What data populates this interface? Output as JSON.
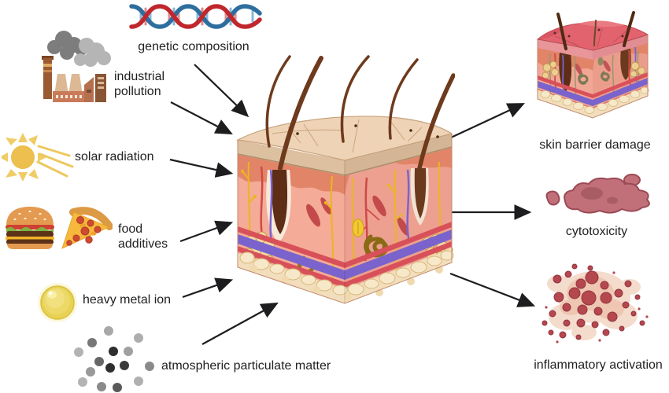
{
  "factors": {
    "genetic": "genetic composition",
    "industrial": "industrial pollution",
    "solar": "solar radiation",
    "food": "food additives",
    "metal": "heavy metal ion",
    "particulate": "atmospheric particulate matter"
  },
  "outcomes": {
    "barrier": "skin barrier damage",
    "cytotoxicity": "cytotoxicity",
    "inflammation": "inflammatory activation"
  },
  "colors": {
    "text": "#1f1f1f",
    "arrow": "#1d1d1f",
    "background": "#ffffff",
    "dna_red": "#c0272d",
    "dna_blue": "#2e6e9e",
    "sun_yellow": "#ecbf4e",
    "skin_face_pink": "#f4ab97",
    "epidermis_tan": "#eed3b6",
    "fat_cream": "#f2debc",
    "vessel_red": "#d8505a",
    "vessel_purple": "#7a63cc",
    "damaged_top_red": "#e2636e",
    "cytotoxicity_fill": "#c17079",
    "inflammation_red": "#b5474f"
  }
}
